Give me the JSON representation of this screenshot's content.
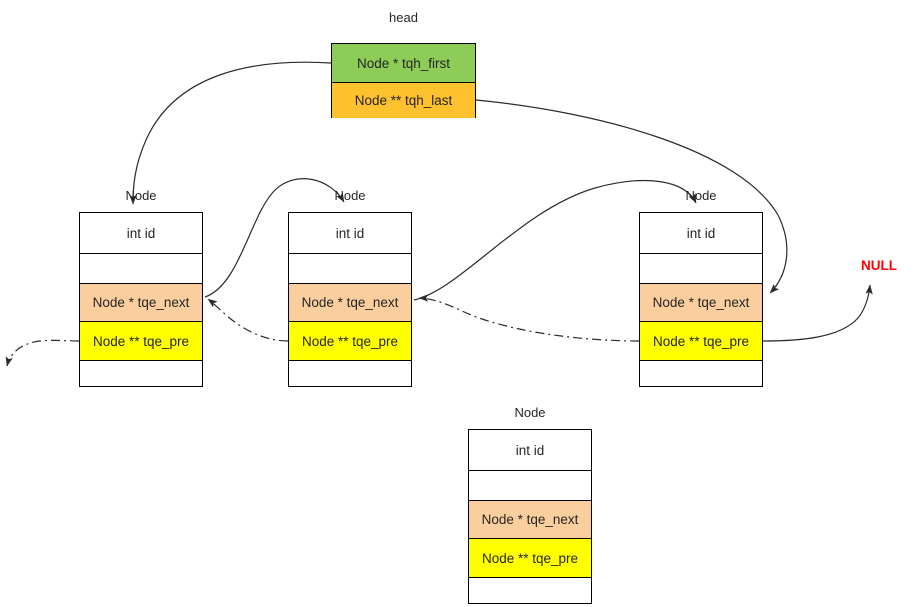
{
  "diagram": {
    "title_label": "head",
    "null_label": "NULL",
    "node_label": "Node",
    "colors": {
      "tqh_first_fill": "#8DCC56",
      "tqh_last_fill": "#FFC12E",
      "tqe_next_fill": "#FBCE9D",
      "tqe_pre_fill": "#FFFF00",
      "null_text": "#FF0000",
      "stroke": "#000000",
      "text": "#262626"
    },
    "head": {
      "label": "head",
      "fields": [
        {
          "text": "Node * tqh_first"
        },
        {
          "text": "Node ** tqh_last"
        }
      ]
    },
    "node_fields": {
      "id": "int id",
      "blank_upper": "",
      "next": "Node * tqe_next",
      "pre": "Node ** tqe_pre",
      "blank_lower": ""
    },
    "nodes": [
      {
        "label": "Node",
        "name": "node-1"
      },
      {
        "label": "Node",
        "name": "node-2"
      },
      {
        "label": "Node",
        "name": "node-3"
      },
      {
        "label": "Node",
        "name": "node-4"
      }
    ],
    "edges": [
      {
        "from": "head.tqh_first",
        "to": "node-1.top",
        "style": "solid"
      },
      {
        "from": "head.tqh_last",
        "to": "node-3.tqe_next",
        "style": "solid"
      },
      {
        "from": "node-1.tqe_next",
        "to": "node-2.top",
        "style": "solid"
      },
      {
        "from": "node-2.tqe_next",
        "to": "node-3.top",
        "style": "solid"
      },
      {
        "from": "node-2.tqe_pre",
        "to": "node-1.tqe_next",
        "style": "dash-dot"
      },
      {
        "from": "node-3.tqe_pre",
        "to": "node-2.tqe_next",
        "style": "dash-dot"
      },
      {
        "from": "node-1.tqe_pre",
        "to": "offscreen-left",
        "style": "dash-dot"
      },
      {
        "from": "node-3.tqe_pre",
        "to": "NULL",
        "style": "solid"
      }
    ]
  }
}
